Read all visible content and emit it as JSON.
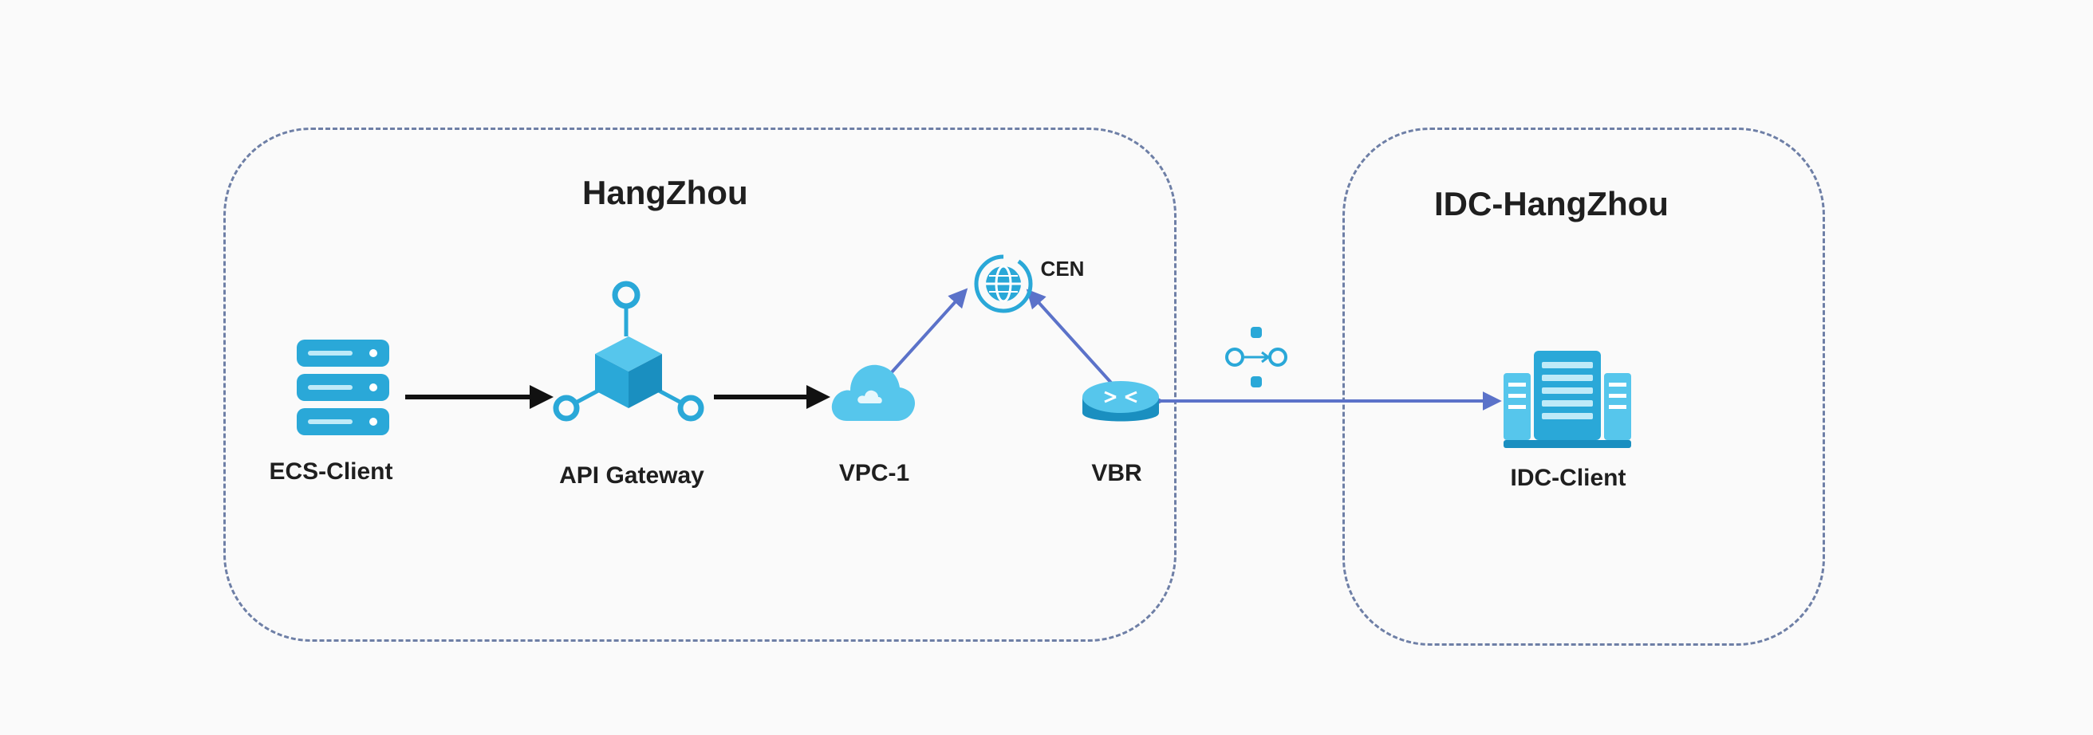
{
  "regions": {
    "hangzhou_title": "HangZhou",
    "idc_title": "IDC-HangZhou"
  },
  "nodes": {
    "ecs_client": "ECS-Client",
    "api_gateway": "API Gateway",
    "vpc1": "VPC-1",
    "cen": "CEN",
    "vbr": "VBR",
    "idc_client": "IDC-Client"
  },
  "colors": {
    "icon_primary": "#2aa8d8",
    "icon_light": "#56c6ec",
    "link_blue": "#5b72c9",
    "arrow_black": "#111111",
    "region_border": "#6e7fa6"
  }
}
